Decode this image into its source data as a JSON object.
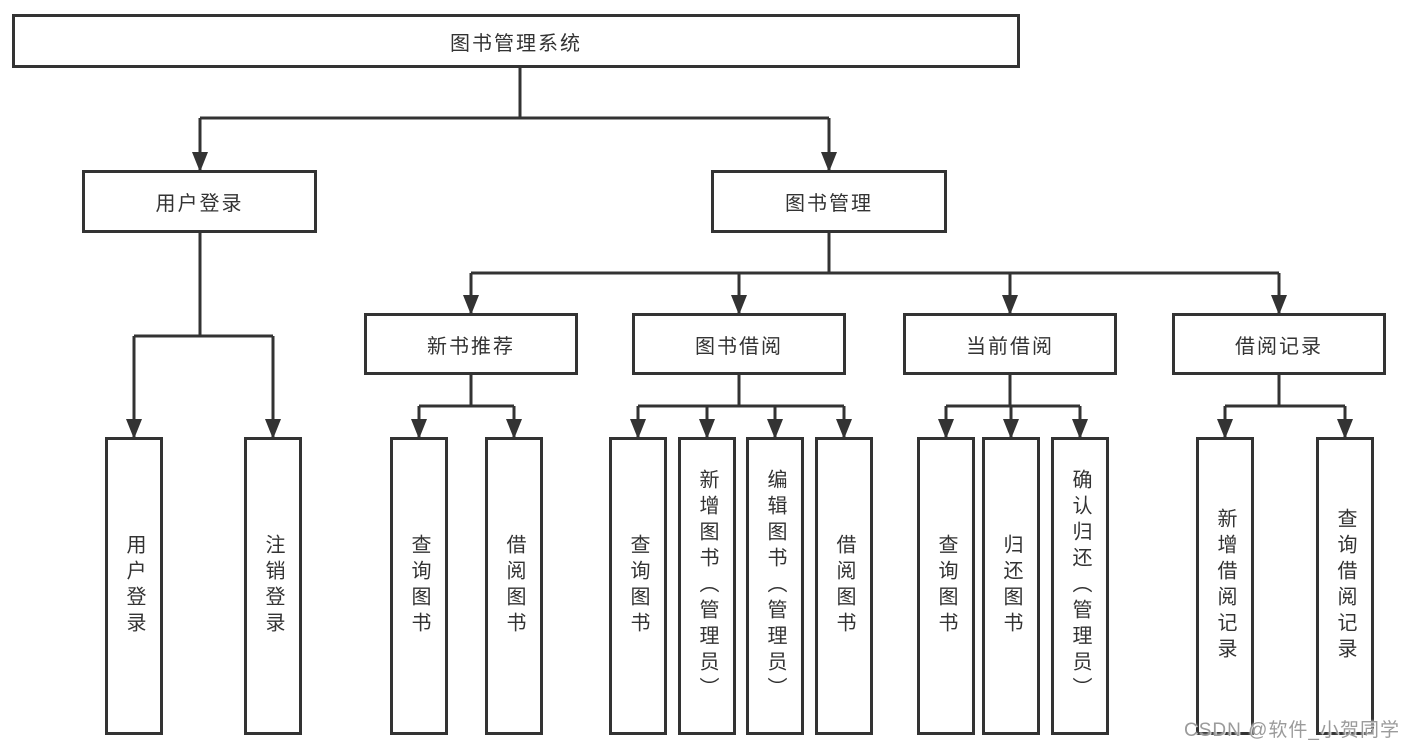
{
  "colors": {
    "line": "#333333",
    "text": "#333333",
    "background": "#ffffff",
    "watermark": "#9b9b9b"
  },
  "tree": {
    "root": {
      "label": "图书管理系统"
    },
    "level2": [
      {
        "label": "用户登录"
      },
      {
        "label": "图书管理"
      }
    ],
    "level3": [
      {
        "label": "新书推荐"
      },
      {
        "label": "图书借阅"
      },
      {
        "label": "当前借阅"
      },
      {
        "label": "借阅记录"
      }
    ],
    "leaves": {
      "user": [
        {
          "label": "用户登录"
        },
        {
          "label": "注销登录"
        }
      ],
      "recommend": [
        {
          "label": "查询图书"
        },
        {
          "label": "借阅图书"
        }
      ],
      "borrow": [
        {
          "label": "查询图书"
        },
        {
          "label": "新增图书（管理员）"
        },
        {
          "label": "编辑图书（管理员）"
        },
        {
          "label": "借阅图书"
        }
      ],
      "current": [
        {
          "label": "查询图书"
        },
        {
          "label": "归还图书"
        },
        {
          "label": "确认归还（管理员）"
        }
      ],
      "records": [
        {
          "label": "新增借阅记录"
        },
        {
          "label": "查询借阅记录"
        }
      ]
    }
  },
  "watermark": {
    "text": "CSDN @软件_小贺同学"
  }
}
